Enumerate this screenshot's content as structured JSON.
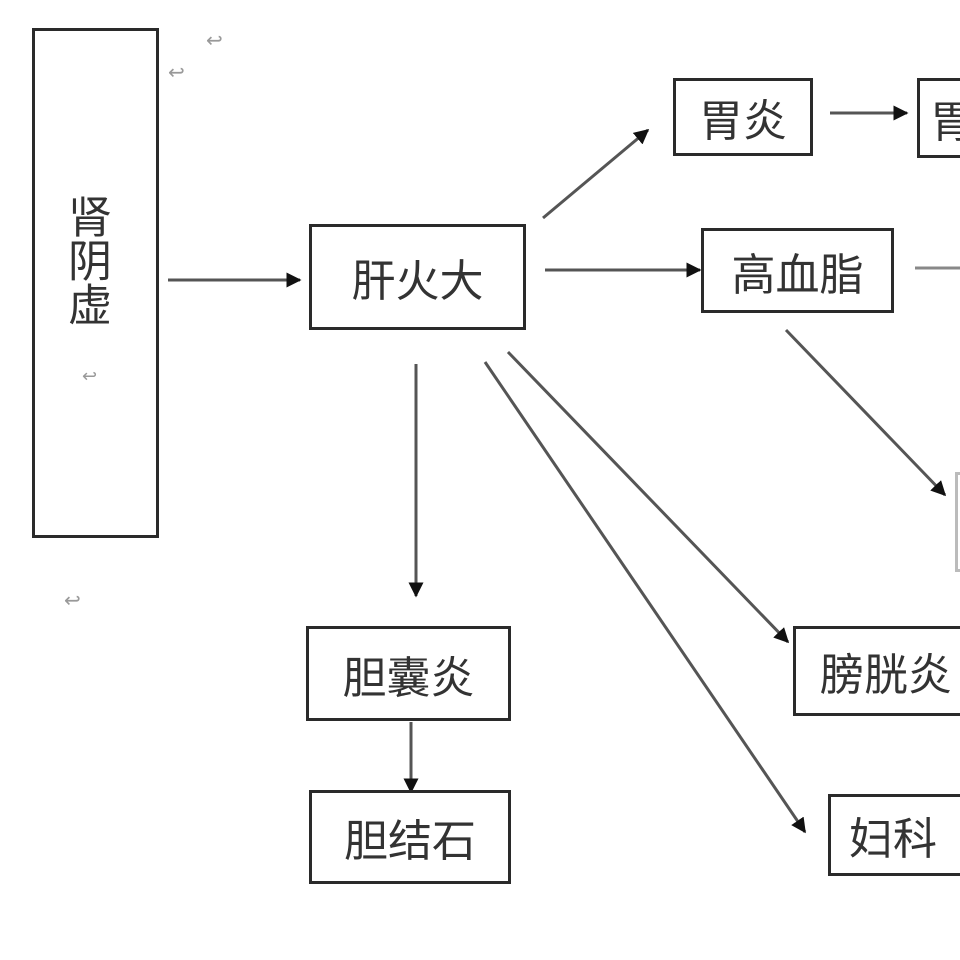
{
  "diagram": {
    "root": {
      "label": "肾阴虚",
      "trailing_mark": "↩"
    },
    "nodes": {
      "liver_fire": "肝火大",
      "gastritis": "胃炎",
      "gastric_cut": "胃",
      "hyperlipidemia": "高血脂",
      "cholecystitis": "胆囊炎",
      "gallstone": "胆结石",
      "cystitis_cut": "膀胱炎",
      "gynecology_cut": "妇科"
    },
    "paragraph_marks": [
      "↩",
      "↩",
      "↩"
    ],
    "edges": [
      {
        "from": "肾阴虚",
        "to": "肝火大"
      },
      {
        "from": "肝火大",
        "to": "胃炎"
      },
      {
        "from": "胃炎",
        "to": "胃"
      },
      {
        "from": "肝火大",
        "to": "高血脂"
      },
      {
        "from": "高血脂",
        "to": "(cut-off right)"
      },
      {
        "from": "高血脂",
        "to": "(cut-off lower right)"
      },
      {
        "from": "肝火大",
        "to": "胆囊炎"
      },
      {
        "from": "胆囊炎",
        "to": "胆结石"
      },
      {
        "from": "肝火大",
        "to": "膀胱炎"
      },
      {
        "from": "肝火大",
        "to": "妇科"
      }
    ],
    "line_color": "#555555",
    "arrowhead_color": "#111111",
    "border_color": "#2a2a2a"
  }
}
